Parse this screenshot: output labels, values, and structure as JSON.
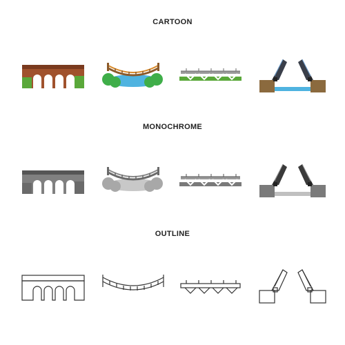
{
  "sections": [
    {
      "title": "CARTOON"
    },
    {
      "title": "MONOCHROME"
    },
    {
      "title": "OUTLINE"
    }
  ],
  "icons": [
    "stone-arch-bridge-icon",
    "suspension-rope-bridge-icon",
    "truss-bridge-icon",
    "drawbridge-icon"
  ],
  "colors": {
    "brick": "#a0522d",
    "brick_dark": "#7a3a1e",
    "grass": "#5aa83a",
    "bush": "#3fae49",
    "water": "#4fb3e0",
    "rope": "#d98b2b",
    "deck_wood": "#8b5a2b",
    "steel": "#5a5a5a",
    "mono_dark": "#6a6a6a",
    "mono_light": "#a8a8a8",
    "outline": "#333333"
  }
}
